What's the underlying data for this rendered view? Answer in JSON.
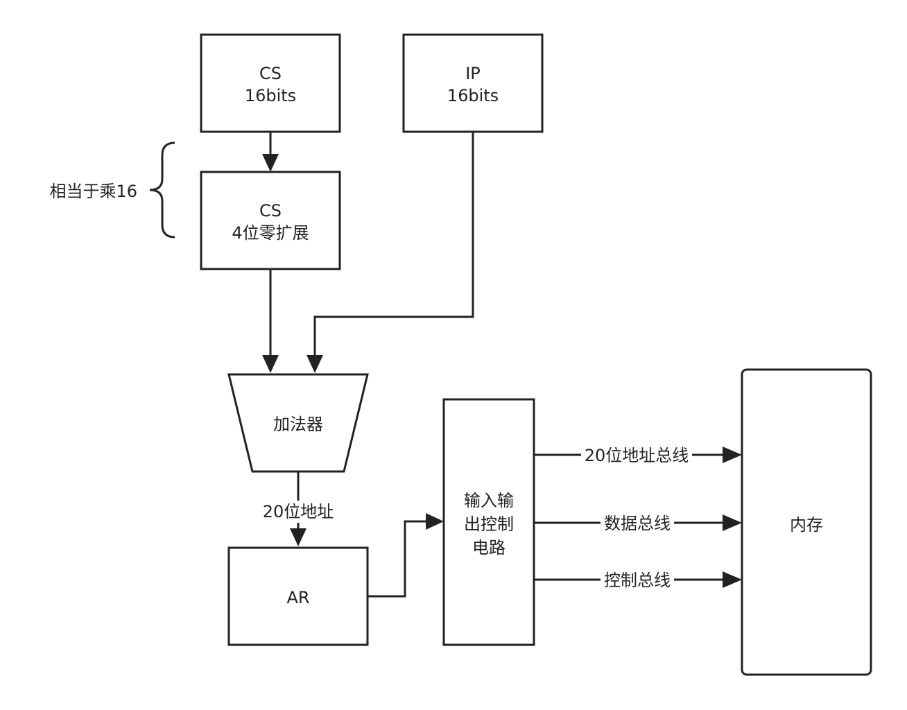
{
  "nodes": {
    "cs_register": {
      "line1": "CS",
      "line2": "16bits"
    },
    "ip_register": {
      "line1": "IP",
      "line2": "16bits"
    },
    "cs_shift": {
      "line1": "CS",
      "line2": "4位零扩展"
    },
    "shift_note": "相当于乘16",
    "adder": "加法器",
    "ar": "AR",
    "io_control": {
      "line1": "输入输",
      "line2": "出控制",
      "line3": "电路"
    },
    "memory": "内存"
  },
  "edges": {
    "adder_to_ar": "20位地址",
    "address_bus": "20位地址总线",
    "data_bus": "数据总线",
    "control_bus": "控制总线"
  }
}
